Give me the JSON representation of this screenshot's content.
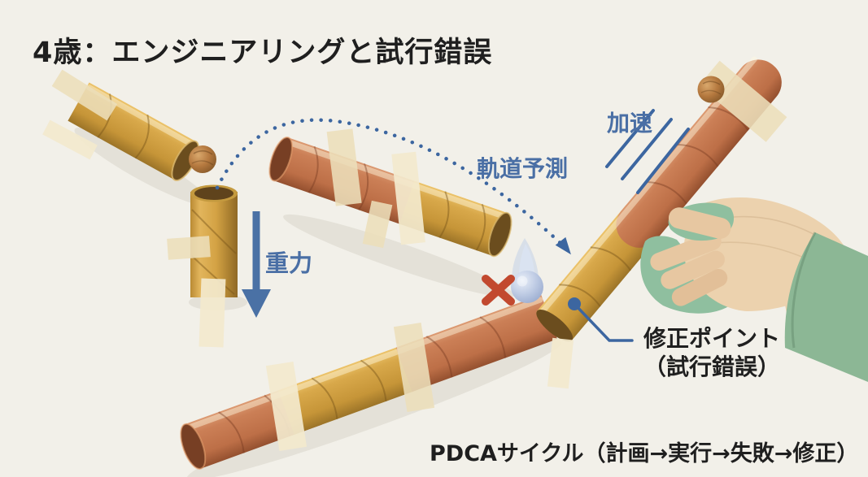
{
  "title": "4歳：エンジニアリングと試行錯誤",
  "annotations": {
    "gravity": "重力",
    "trajectory": "軌道予測",
    "acceleration": "加速",
    "correction_point_line1": "修正ポイント",
    "correction_point_line2": "（試行錯誤）",
    "pdca_cycle": "PDCAサイクル（計画→実行→失敗→修正）"
  },
  "colors": {
    "background": "#f2f0e9",
    "annotation_blue": "#4a6fa5",
    "arrow_blue": "#4a71a5",
    "dotted_arc_blue": "#3c66a0",
    "error_red": "#c2492f",
    "tube_yellow": "#d0a143",
    "tube_orange": "#c3764e",
    "masking_tape": "#ecdeba",
    "wooden_ball": "#b5793f",
    "marble_ball": "#aebcd8",
    "hand_skin": "#ecd2ae",
    "sleeve_green": "#8cb795",
    "text_dark": "#1f1f1f"
  }
}
